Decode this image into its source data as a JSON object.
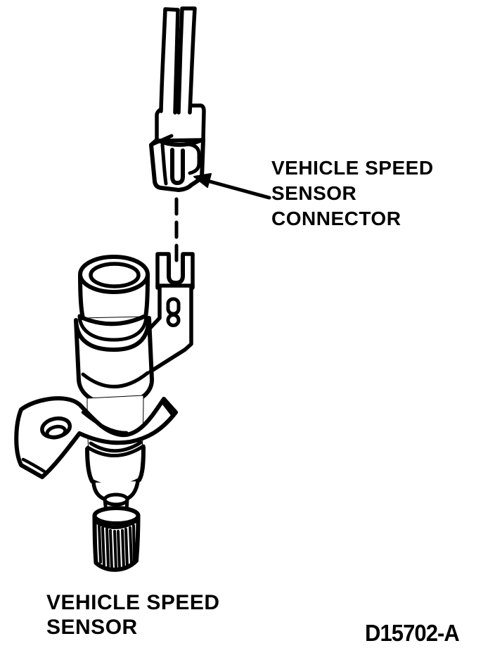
{
  "page": {
    "background": "#ffffff",
    "ink": "#000000"
  },
  "figure": {
    "type": "technical-line-illustration",
    "callouts": {
      "connector_label": {
        "line1": "VEHICLE SPEED",
        "line2": "SENSOR",
        "line3": "CONNECTOR"
      },
      "sensor_label": {
        "line1": "VEHICLE SPEED",
        "line2": "SENSOR"
      }
    },
    "figure_id": "D15702-A",
    "parts": [
      "harness-wires",
      "connector-boot",
      "vehicle-speed-sensor-connector",
      "connector-latch",
      "callout-arrow",
      "alignment-dashed-line",
      "sensor-connector-tab",
      "sensor-cap",
      "sensor-body",
      "mounting-bracket",
      "bracket-hole",
      "speedometer-driven-gear"
    ]
  }
}
